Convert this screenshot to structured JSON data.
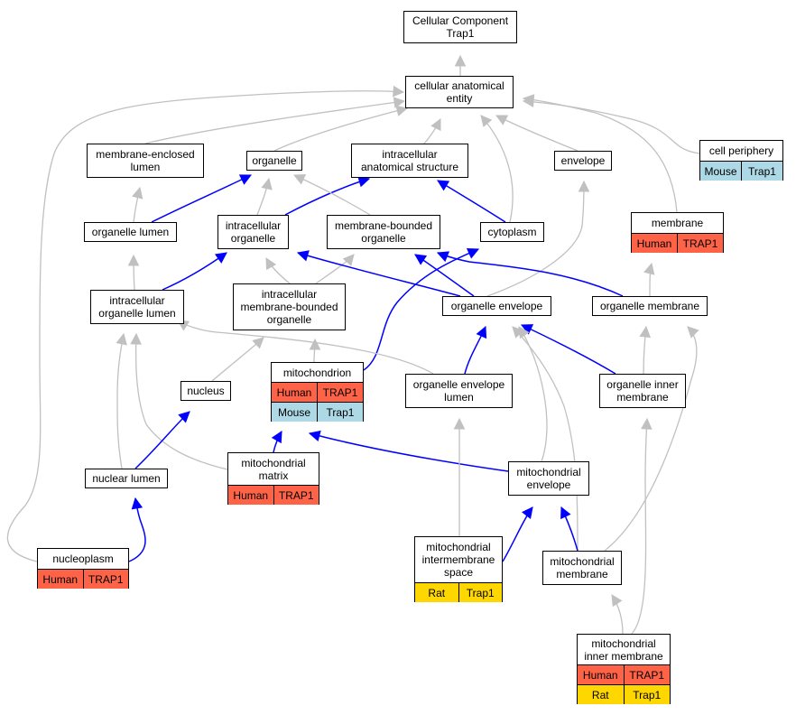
{
  "colors": {
    "is_a_edge": "#c0c0c0",
    "part_of_edge": "#0000ff",
    "human": "#ff6347",
    "mouse": "#add8e6",
    "rat": "#ffd700"
  },
  "nodes": {
    "cellular_component": {
      "label": "Cellular Component\nTrap1"
    },
    "cellular_anatomical_entity": {
      "label": "cellular anatomical\nentity"
    },
    "membrane_enclosed_lumen": {
      "label": "membrane-enclosed\nlumen"
    },
    "organelle": {
      "label": "organelle"
    },
    "intracellular_anatomical_structure": {
      "label": "intracellular\nanatomical structure"
    },
    "envelope": {
      "label": "envelope"
    },
    "cell_periphery": {
      "label": "cell periphery",
      "species": [
        {
          "organism": "Mouse",
          "gene": "Trap1"
        }
      ]
    },
    "organelle_lumen": {
      "label": "organelle lumen"
    },
    "intracellular_organelle": {
      "label": "intracellular\norganelle"
    },
    "membrane_bounded_organelle": {
      "label": "membrane-bounded\norganelle"
    },
    "cytoplasm": {
      "label": "cytoplasm"
    },
    "membrane": {
      "label": "membrane",
      "species": [
        {
          "organism": "Human",
          "gene": "TRAP1"
        }
      ]
    },
    "intracellular_organelle_lumen": {
      "label": "intracellular\norganelle lumen"
    },
    "intracellular_membrane_bounded_organelle": {
      "label": "intracellular\nmembrane-bounded\norganelle"
    },
    "organelle_envelope": {
      "label": "organelle envelope"
    },
    "organelle_membrane": {
      "label": "organelle membrane"
    },
    "mitochondrion": {
      "label": "mitochondrion",
      "species": [
        {
          "organism": "Human",
          "gene": "TRAP1"
        },
        {
          "organism": "Mouse",
          "gene": "Trap1"
        }
      ]
    },
    "nucleus": {
      "label": "nucleus"
    },
    "organelle_envelope_lumen": {
      "label": "organelle envelope\nlumen"
    },
    "organelle_inner_membrane": {
      "label": "organelle inner\nmembrane"
    },
    "mitochondrial_matrix": {
      "label": "mitochondrial\nmatrix",
      "species": [
        {
          "organism": "Human",
          "gene": "TRAP1"
        }
      ]
    },
    "mitochondrial_envelope": {
      "label": "mitochondrial\nenvelope"
    },
    "nuclear_lumen": {
      "label": "nuclear lumen"
    },
    "mitochondrial_intermembrane_space": {
      "label": "mitochondrial\nintermembrane\nspace",
      "species": [
        {
          "organism": "Rat",
          "gene": "Trap1"
        }
      ]
    },
    "mitochondrial_membrane": {
      "label": "mitochondrial\nmembrane"
    },
    "nucleoplasm": {
      "label": "nucleoplasm",
      "species": [
        {
          "organism": "Human",
          "gene": "TRAP1"
        }
      ]
    },
    "mitochondrial_inner_membrane": {
      "label": "mitochondrial\ninner membrane",
      "species": [
        {
          "organism": "Human",
          "gene": "TRAP1"
        },
        {
          "organism": "Rat",
          "gene": "Trap1"
        }
      ]
    }
  },
  "edges": [
    {
      "from": "cellular_anatomical_entity",
      "to": "cellular_component",
      "type": "is_a"
    },
    {
      "from": "membrane_enclosed_lumen",
      "to": "cellular_anatomical_entity",
      "type": "is_a"
    },
    {
      "from": "organelle",
      "to": "cellular_anatomical_entity",
      "type": "is_a"
    },
    {
      "from": "intracellular_anatomical_structure",
      "to": "cellular_anatomical_entity",
      "type": "is_a"
    },
    {
      "from": "envelope",
      "to": "cellular_anatomical_entity",
      "type": "is_a"
    },
    {
      "from": "cell_periphery",
      "to": "cellular_anatomical_entity",
      "type": "is_a"
    },
    {
      "from": "cytoplasm",
      "to": "cellular_anatomical_entity",
      "type": "is_a"
    },
    {
      "from": "membrane",
      "to": "cellular_anatomical_entity",
      "type": "is_a"
    },
    {
      "from": "nucleoplasm",
      "to": "cellular_anatomical_entity",
      "type": "is_a"
    },
    {
      "from": "organelle_lumen",
      "to": "membrane_enclosed_lumen",
      "type": "is_a"
    },
    {
      "from": "organelle_lumen",
      "to": "organelle",
      "type": "part_of"
    },
    {
      "from": "intracellular_organelle",
      "to": "organelle",
      "type": "is_a"
    },
    {
      "from": "intracellular_organelle",
      "to": "intracellular_anatomical_structure",
      "type": "part_of"
    },
    {
      "from": "membrane_bounded_organelle",
      "to": "organelle",
      "type": "is_a"
    },
    {
      "from": "cytoplasm",
      "to": "intracellular_anatomical_structure",
      "type": "part_of"
    },
    {
      "from": "intracellular_organelle_lumen",
      "to": "organelle_lumen",
      "type": "is_a"
    },
    {
      "from": "intracellular_organelle_lumen",
      "to": "intracellular_organelle",
      "type": "part_of"
    },
    {
      "from": "intracellular_membrane_bounded_organelle",
      "to": "intracellular_organelle",
      "type": "is_a"
    },
    {
      "from": "intracellular_membrane_bounded_organelle",
      "to": "membrane_bounded_organelle",
      "type": "is_a"
    },
    {
      "from": "organelle_envelope",
      "to": "envelope",
      "type": "is_a"
    },
    {
      "from": "organelle_envelope",
      "to": "intracellular_organelle",
      "type": "part_of"
    },
    {
      "from": "organelle_envelope",
      "to": "membrane_bounded_organelle",
      "type": "part_of"
    },
    {
      "from": "organelle_membrane",
      "to": "membrane",
      "type": "is_a"
    },
    {
      "from": "organelle_membrane",
      "to": "membrane_bounded_organelle",
      "type": "part_of"
    },
    {
      "from": "mitochondrion",
      "to": "intracellular_membrane_bounded_organelle",
      "type": "is_a"
    },
    {
      "from": "mitochondrion",
      "to": "cytoplasm",
      "type": "part_of"
    },
    {
      "from": "nucleus",
      "to": "intracellular_membrane_bounded_organelle",
      "type": "is_a"
    },
    {
      "from": "organelle_envelope_lumen",
      "to": "intracellular_organelle_lumen",
      "type": "is_a"
    },
    {
      "from": "organelle_envelope_lumen",
      "to": "organelle_envelope",
      "type": "part_of"
    },
    {
      "from": "organelle_inner_membrane",
      "to": "organelle_membrane",
      "type": "is_a"
    },
    {
      "from": "organelle_inner_membrane",
      "to": "organelle_envelope",
      "type": "part_of"
    },
    {
      "from": "mitochondrial_matrix",
      "to": "intracellular_organelle_lumen",
      "type": "is_a"
    },
    {
      "from": "mitochondrial_matrix",
      "to": "mitochondrion",
      "type": "part_of"
    },
    {
      "from": "mitochondrial_envelope",
      "to": "organelle_envelope",
      "type": "is_a"
    },
    {
      "from": "mitochondrial_envelope",
      "to": "mitochondrion",
      "type": "part_of"
    },
    {
      "from": "nuclear_lumen",
      "to": "intracellular_organelle_lumen",
      "type": "is_a"
    },
    {
      "from": "nuclear_lumen",
      "to": "nucleus",
      "type": "part_of"
    },
    {
      "from": "mitochondrial_intermembrane_space",
      "to": "organelle_envelope_lumen",
      "type": "is_a"
    },
    {
      "from": "mitochondrial_intermembrane_space",
      "to": "mitochondrial_envelope",
      "type": "part_of"
    },
    {
      "from": "mitochondrial_membrane",
      "to": "organelle_envelope",
      "type": "is_a"
    },
    {
      "from": "mitochondrial_membrane",
      "to": "organelle_membrane",
      "type": "is_a"
    },
    {
      "from": "mitochondrial_membrane",
      "to": "mitochondrial_envelope",
      "type": "part_of"
    },
    {
      "from": "nucleoplasm",
      "to": "nuclear_lumen",
      "type": "part_of"
    },
    {
      "from": "mitochondrial_inner_membrane",
      "to": "mitochondrial_membrane",
      "type": "is_a"
    },
    {
      "from": "mitochondrial_inner_membrane",
      "to": "organelle_inner_membrane",
      "type": "is_a"
    }
  ]
}
